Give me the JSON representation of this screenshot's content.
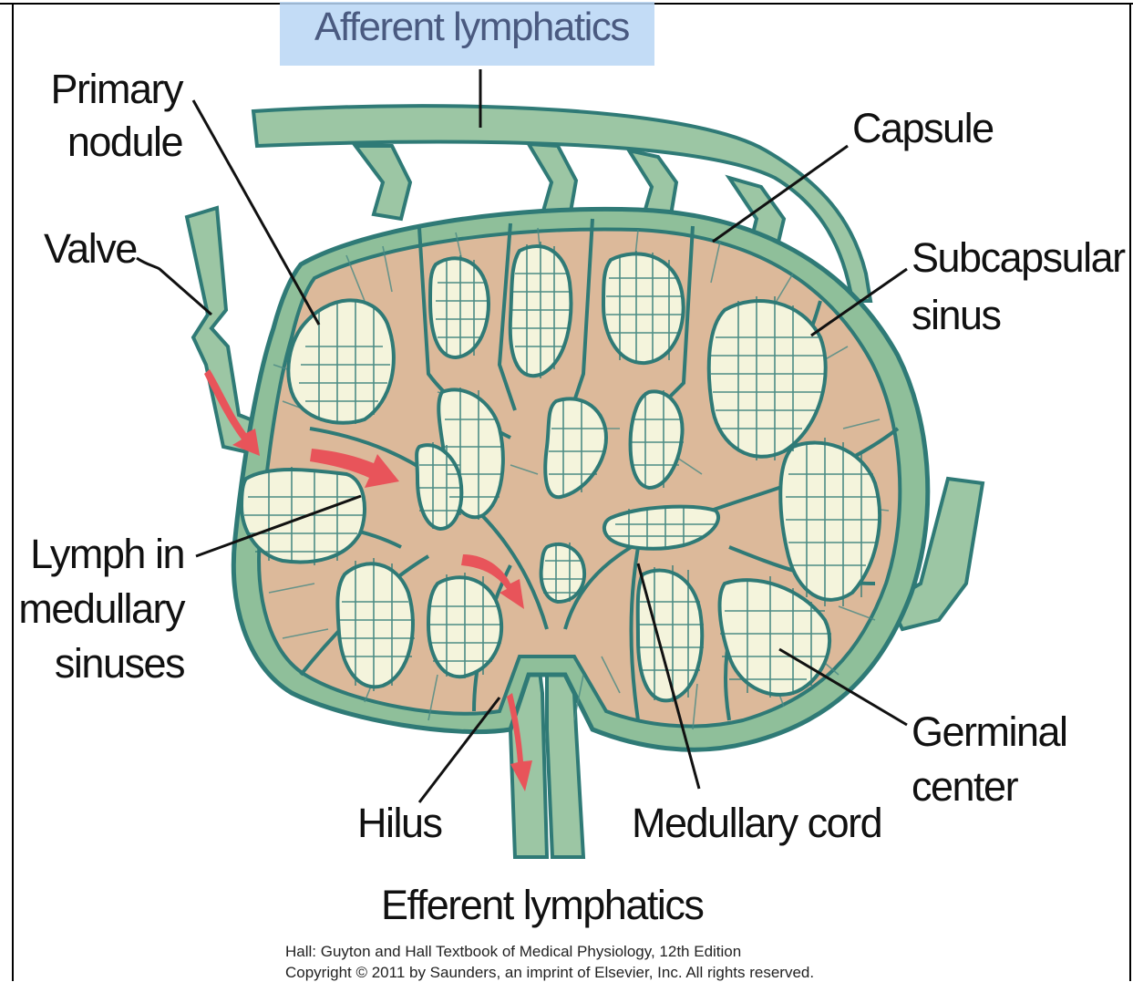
{
  "title_top": "Afferent lymphatics",
  "labels": {
    "primary_nodule_line1": "Primary",
    "primary_nodule_line2": "nodule",
    "valve": "Valve",
    "capsule": "Capsule",
    "subcapsular_line1": "Subcapsular",
    "subcapsular_line2": "sinus",
    "lymph_line1": "Lymph in",
    "lymph_line2": "medullary",
    "lymph_line3": "sinuses",
    "germinal_line1": "Germinal",
    "germinal_line2": "center",
    "hilus": "Hilus",
    "medullary_cord": "Medullary cord",
    "efferent": "Efferent lymphatics"
  },
  "credit": {
    "line1": "Hall: Guyton and Hall Textbook of Medical Physiology, 12th Edition",
    "line2": "Copyright © 2011 by Saunders, an imprint of Elsevier, Inc. All rights reserved."
  },
  "colors": {
    "vessel_fill": "#9cc6a4",
    "vessel_stroke": "#2f7a76",
    "node_fill": "#dcb99a",
    "nodule_fill": "#f4f4dc",
    "arrow": "#e8545a",
    "highlight": "#b9d6f4"
  }
}
